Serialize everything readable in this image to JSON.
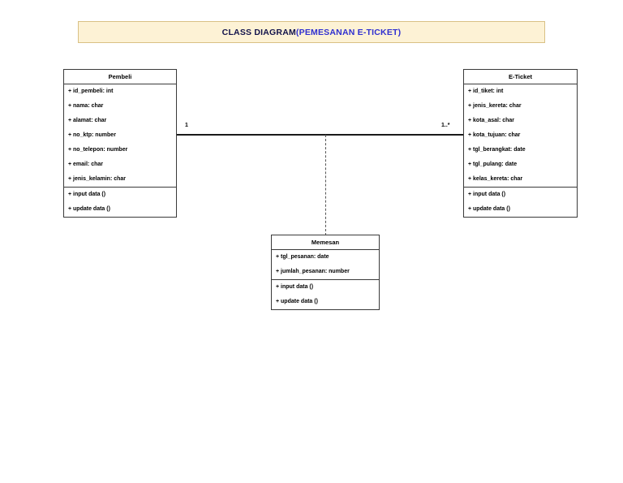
{
  "title": {
    "main": "CLASS DIAGRAM",
    "sub": "(PEMESANAN E-TICKET)",
    "bg_color": "#fdf2d5",
    "border_color": "#d9c185",
    "main_color": "#12124a",
    "sub_color": "#2f2fd0"
  },
  "classes": [
    {
      "id": "pembeli",
      "name": "Pembeli",
      "attributes": [
        "+ id_pembeli: int",
        "+ nama: char",
        "+ alamat: char",
        "+ no_ktp: number",
        "+ no_telepon: number",
        "+ email: char",
        "+ jenis_kelamin: char"
      ],
      "methods": [
        "+ input data ()",
        "+ update data ()"
      ]
    },
    {
      "id": "eticket",
      "name": "E-Ticket",
      "attributes": [
        "+ id_tiket: int",
        "+ jenis_kereta: char",
        "+ kota_asal: char",
        "+ kota_tujuan: char",
        "+ tgl_berangkat: date",
        "+ tgl_pulang: date",
        "+ kelas_kereta: char"
      ],
      "methods": [
        "+ input data ()",
        "+ update data ()"
      ]
    },
    {
      "id": "memesan",
      "name": "Memesan",
      "attributes": [
        "+ tgl_pesanan: date",
        "+ jumlah_pesanan: number"
      ],
      "methods": [
        "+ input data ()",
        "+ update data ()"
      ]
    }
  ],
  "relationship": {
    "left_multiplicity": "1",
    "right_multiplicity": "1..*",
    "association_class": "Memesan",
    "line_style": "solid",
    "association_class_link_style": "dashed"
  }
}
